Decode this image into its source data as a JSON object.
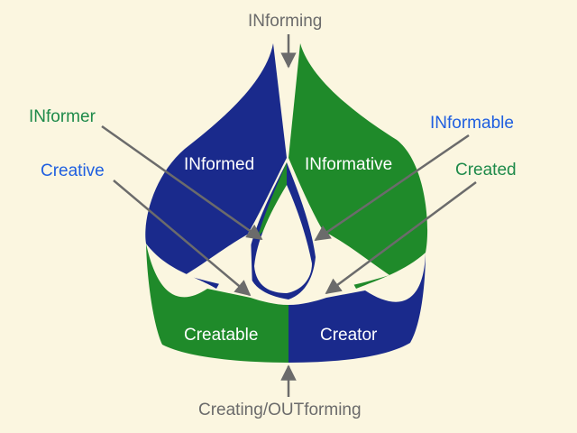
{
  "labels": {
    "top": "INforming",
    "bottom": "Creating/OUTforming",
    "informer": "INformer",
    "creative": "Creative",
    "informable": "INformable",
    "created": "Created",
    "informed": "INformed",
    "informative": "INformative",
    "creatable": "Creatable",
    "creator": "Creator"
  },
  "colors": {
    "background": "#fbf6e0",
    "band_blue": "#1a2a8c",
    "band_green": "#1f8a2a",
    "arrow": "#6b6b6b",
    "text_grey": "#6b6b6b",
    "text_green": "#1e8a4a",
    "text_blue": "#1f5fe0"
  }
}
